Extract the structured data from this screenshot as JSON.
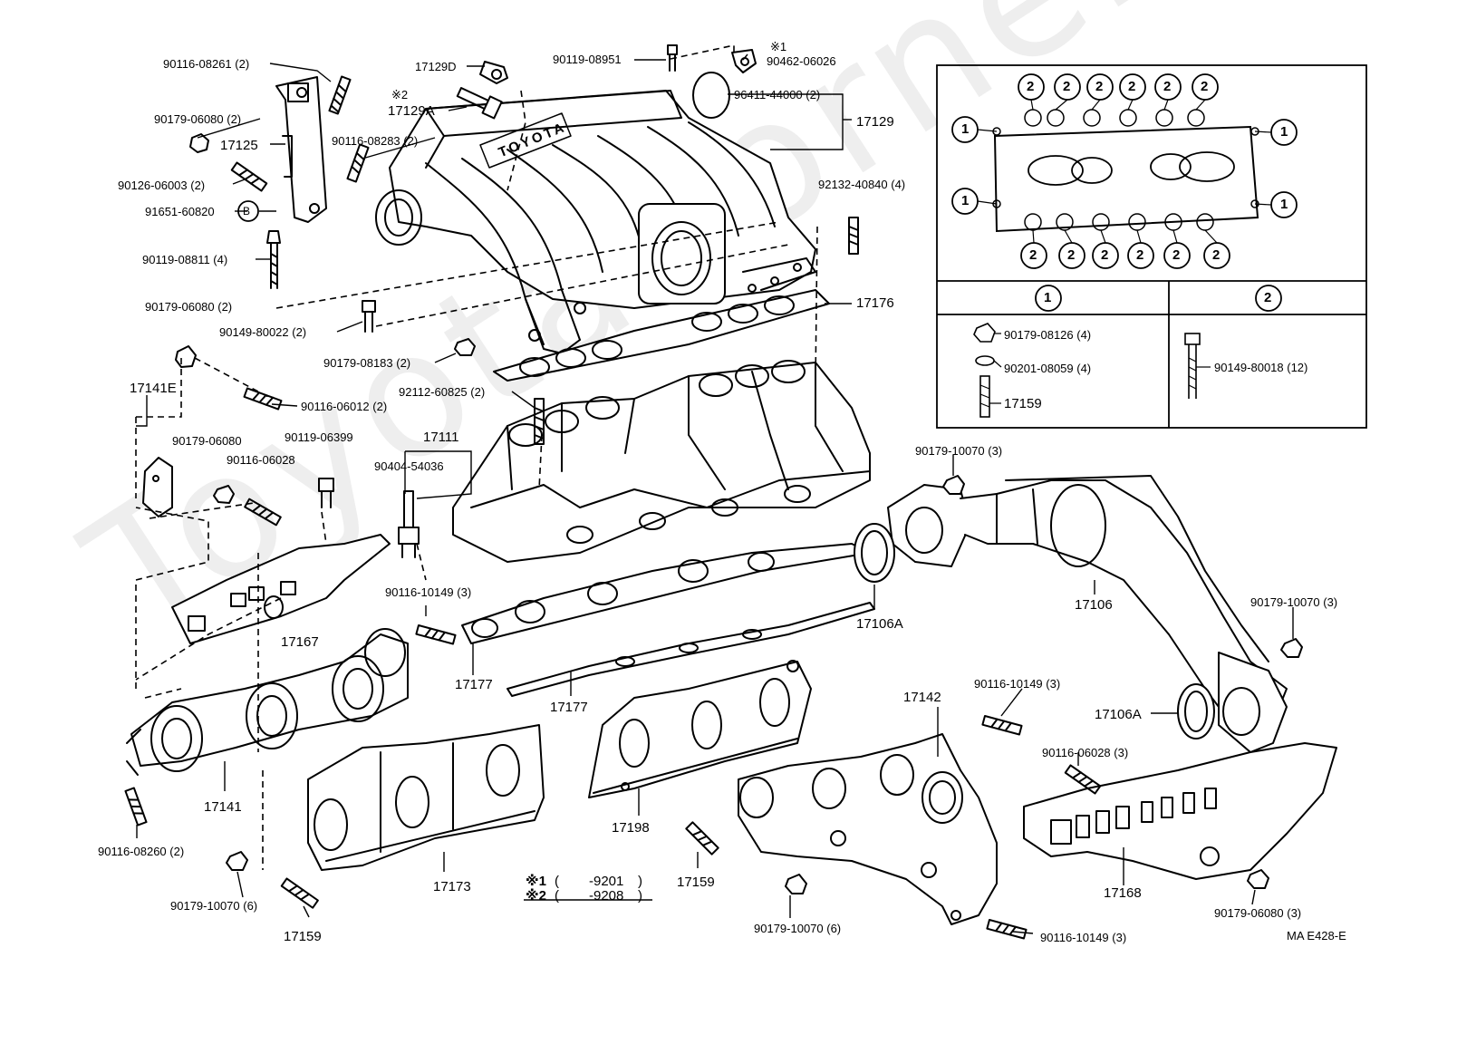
{
  "watermark": "ToyotaCorner.ru",
  "diagram_code": "MA E428-E",
  "brand_cast": "TOYOTA",
  "footnotes": [
    {
      "mark": "※1",
      "range": "-9201"
    },
    {
      "mark": "※2",
      "range": "-9208"
    }
  ],
  "inset": {
    "circle_1": "1",
    "circle_2": "2",
    "col1_parts": [
      "90179-08126 (4)",
      "90201-08059 (4)",
      "17159"
    ],
    "col2_parts": [
      "90149-80018 (12)"
    ]
  },
  "labels": {
    "l01": "90116-08261 (2)",
    "l02": "17129D",
    "l03": "90119-08951",
    "l04": "※1",
    "l05": "90462-06026",
    "l06": "※2",
    "l07": "17129A",
    "l08": "96411-44000 (2)",
    "l09": "17129",
    "l10": "90179-06080 (2)",
    "l11": "17125",
    "l12": "90116-08283 (2)",
    "l13": "90126-06003 (2)",
    "l14": "91651-60820",
    "l15": "B",
    "l16": "92132-40840 (4)",
    "l17": "90119-08811 (4)",
    "l18": "90179-06080 (2)",
    "l19": "90149-80022 (2)",
    "l20": "17176",
    "l21": "90179-08183 (2)",
    "l22": "92112-60825 (2)",
    "l23": "17141E",
    "l24": "90116-06012 (2)",
    "l25": "17111",
    "l26": "90179-06080",
    "l27": "90119-06399",
    "l28": "90116-06028",
    "l29": "90404-54036",
    "l30": "90179-10070 (3)",
    "l31": "17106A",
    "l32": "17106",
    "l33": "90179-10070 (3)",
    "l34": "90116-10149 (3)",
    "l35": "17167",
    "l36": "17177",
    "l37": "17177",
    "l38": "90116-10149 (3)",
    "l39": "17142",
    "l40": "17106A",
    "l41": "90116-06028 (3)",
    "l42": "17141",
    "l43": "90116-08260 (2)",
    "l44": "17198",
    "l45": "17173",
    "l46": "17159",
    "l47": "17168",
    "l48": "90179-10070 (6)",
    "l49": "17159",
    "l50": "90179-10070 (6)",
    "l51": "90179-06080 (3)",
    "l52": "90116-10149 (3)"
  }
}
